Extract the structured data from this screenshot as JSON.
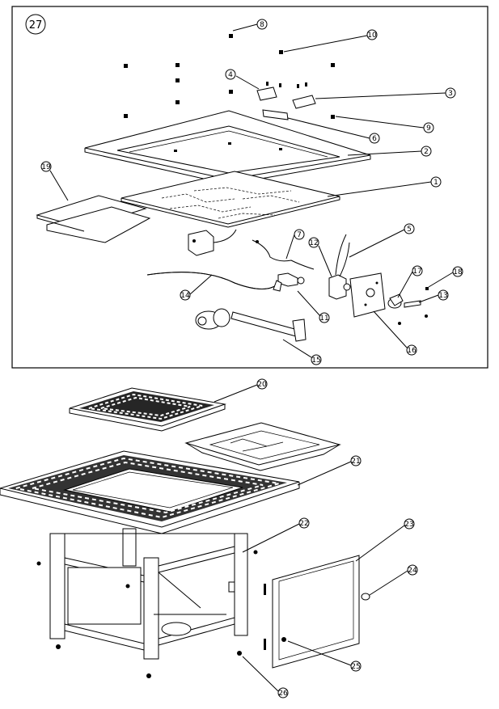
{
  "diagram": {
    "group_label": "27",
    "callouts": [
      "1",
      "2",
      "3",
      "4",
      "5",
      "6",
      "7",
      "8",
      "9",
      "10",
      "11",
      "12",
      "13",
      "14",
      "15",
      "16",
      "17",
      "18",
      "19",
      "20",
      "21",
      "22",
      "23",
      "24",
      "25",
      "26"
    ]
  }
}
